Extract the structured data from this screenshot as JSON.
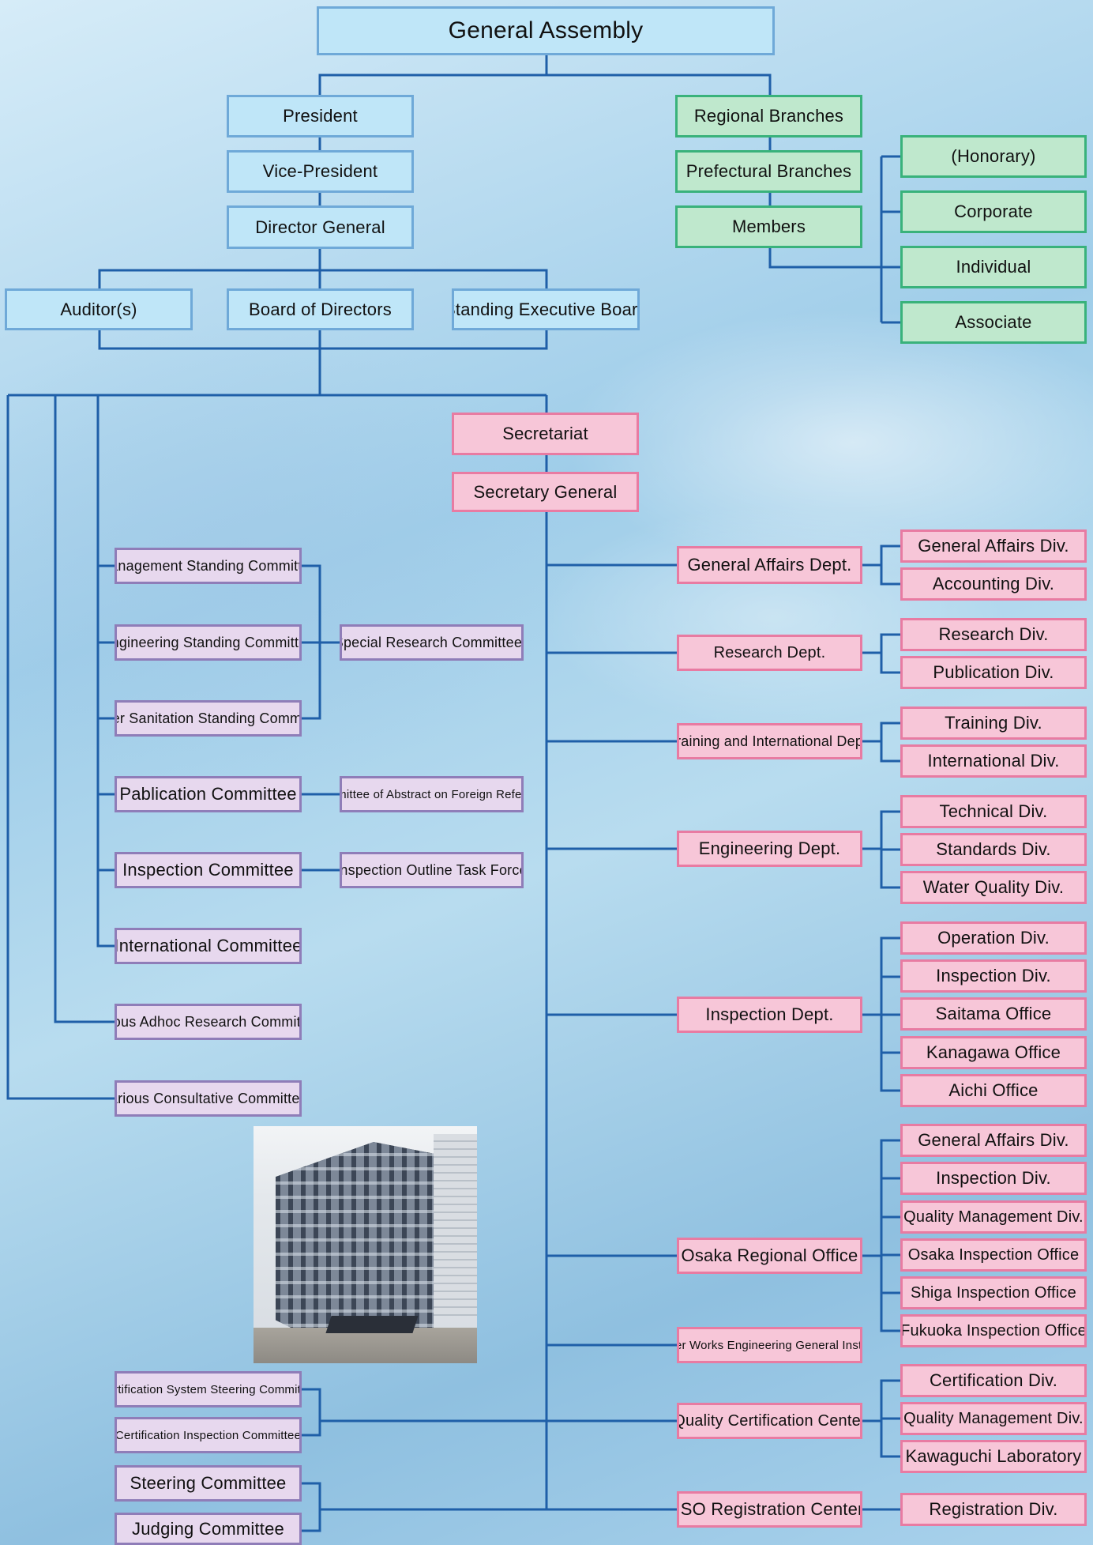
{
  "nodes": {
    "general_assembly": "General Assembly",
    "president": "President",
    "vice_president": "Vice-President",
    "director_general": "Director General",
    "auditors": "Auditor(s)",
    "board_of_directors": "Board of Directors",
    "standing_executive_board": "Standing Executive Board",
    "regional_branches": "Regional Branches",
    "prefectural_branches": "Prefectural Branches",
    "members": "Members",
    "members_honorary": "(Honorary)",
    "members_corporate": "Corporate",
    "members_individual": "Individual",
    "members_associate": "Associate",
    "secretariat": "Secretariat",
    "secretary_general": "Secretary General"
  },
  "committees": {
    "management_standing": "Management Standing Committee",
    "engineering_standing": "Engineering Standing Committee",
    "water_sanitation_standing": "Water Sanitation Standing Committee",
    "special_research": "Special Research Committees",
    "pablication": "Pablication Committee",
    "abstract_foreign_reference": "Committee of Abstract on Foreign Reference",
    "inspection": "Inspection Committee",
    "inspection_outline_task_force": "Inspection Outline Task Force",
    "international": "International Committee",
    "various_adhoc": "Various Adhoc Research Committees",
    "various_consultative": "Various Consultative Committees",
    "certification_system_steering": "Certification System Steering Committee",
    "certification_inspection": "Certification Inspection Committee",
    "steering": "Steering Committee",
    "judging": "Judging Committee"
  },
  "departments": {
    "general_affairs": {
      "name": "General Affairs Dept.",
      "divisions": [
        "General Affairs Div.",
        "Accounting Div."
      ]
    },
    "research": {
      "name": "Research Dept.",
      "divisions": [
        "Research Div.",
        "Publication Div."
      ]
    },
    "training_international": {
      "name": "Training and International Dept.",
      "divisions": [
        "Training Div.",
        "International Div."
      ]
    },
    "engineering": {
      "name": "Engineering Dept.",
      "divisions": [
        "Technical Div.",
        "Standards Div.",
        "Water Quality Div."
      ]
    },
    "inspection": {
      "name": "Inspection Dept.",
      "divisions": [
        "Operation Div.",
        "Inspection Div.",
        "Saitama Office",
        "Kanagawa Office",
        "Aichi Office"
      ]
    },
    "osaka": {
      "name": "Osaka Regional Office",
      "divisions": [
        "General Affairs Div.",
        "Inspection Div.",
        "Quality Management Div.",
        "Osaka Inspection Office",
        "Shiga Inspection Office",
        "Fukuoka Inspection Office"
      ]
    },
    "water_works_institute": {
      "name": "Water Works Engineering General Institute",
      "divisions": []
    },
    "quality_certification": {
      "name": "Quality Certification Center",
      "divisions": [
        "Certification Div.",
        "Quality Management Div.",
        "Kawaguchi Laboratory"
      ]
    },
    "iso_registration": {
      "name": "ISO Registration Center",
      "divisions": [
        "Registration Div."
      ]
    }
  },
  "colors": {
    "line": "#1f5fa8",
    "executive_fill": "#bfe6f8",
    "branch_fill": "#bfe8cd",
    "secretariat_fill": "#f7c6d8",
    "committee_fill": "#e7d8ee"
  },
  "photo": {
    "description_icon": "building-photo"
  }
}
